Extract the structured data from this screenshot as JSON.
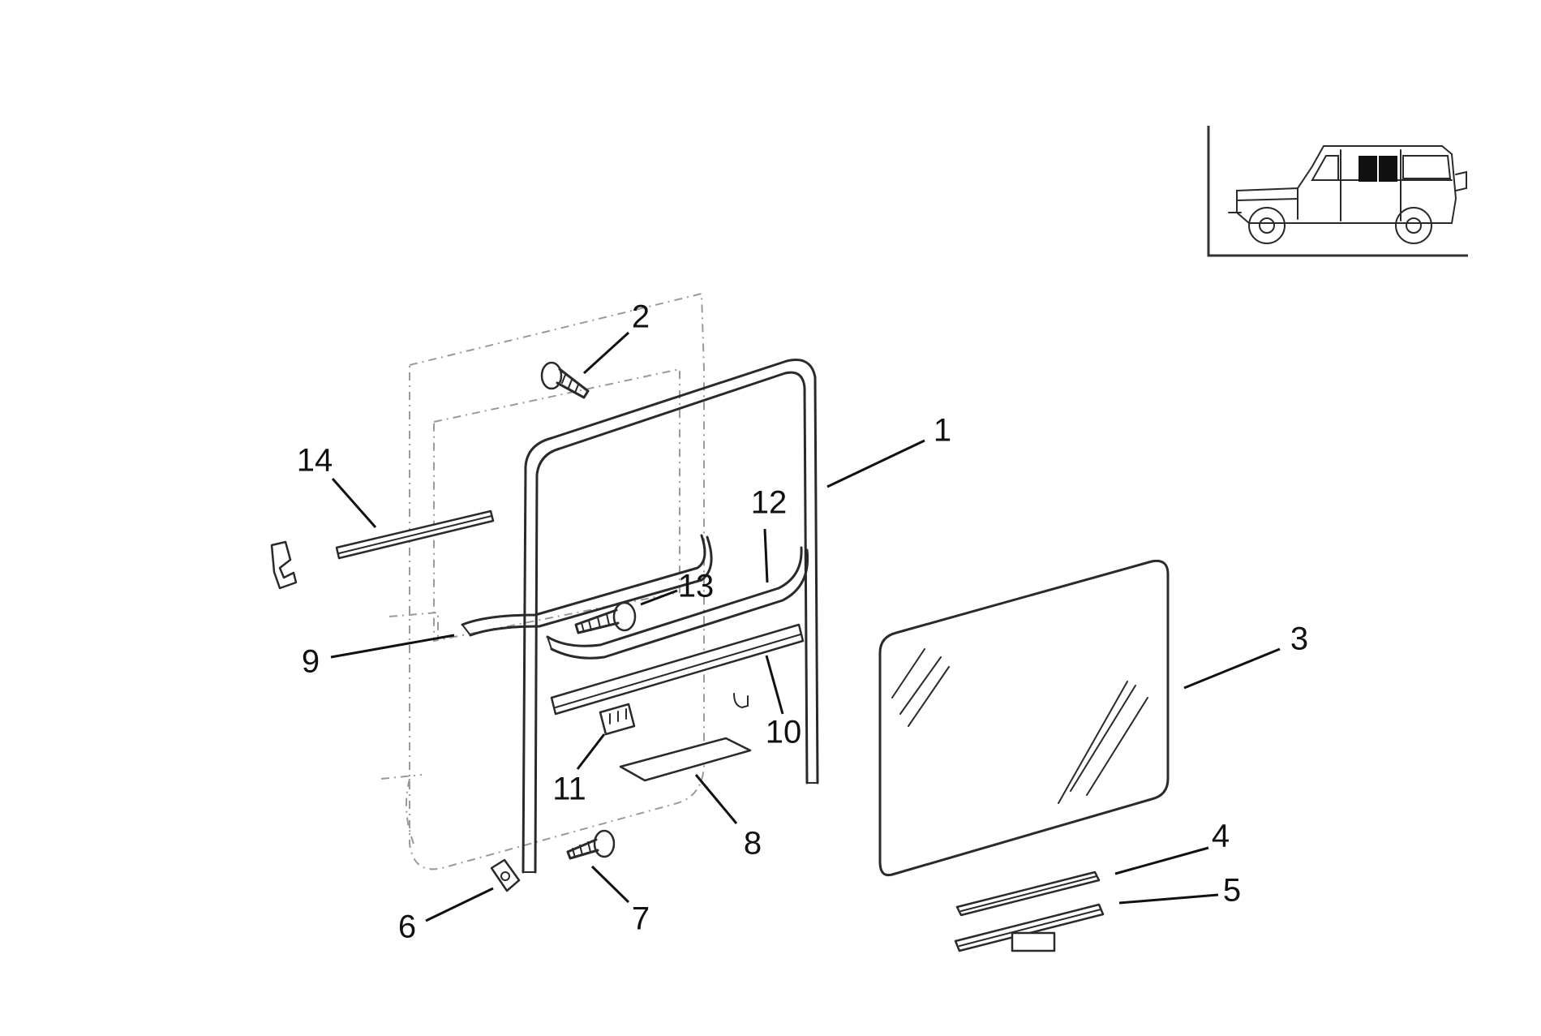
{
  "callouts": [
    {
      "id": "1",
      "label": "1"
    },
    {
      "id": "2",
      "label": "2"
    },
    {
      "id": "3",
      "label": "3"
    },
    {
      "id": "4",
      "label": "4"
    },
    {
      "id": "5",
      "label": "5"
    },
    {
      "id": "6",
      "label": "6"
    },
    {
      "id": "7",
      "label": "7"
    },
    {
      "id": "8",
      "label": "8"
    },
    {
      "id": "9",
      "label": "9"
    },
    {
      "id": "10",
      "label": "10"
    },
    {
      "id": "11",
      "label": "11"
    },
    {
      "id": "12",
      "label": "12"
    },
    {
      "id": "13",
      "label": "13"
    },
    {
      "id": "14",
      "label": "14"
    }
  ],
  "colors": {
    "line": "#2a2a2a",
    "ghost": "#9a9a9a",
    "window_highlight": "#111111",
    "background": "#ffffff"
  }
}
